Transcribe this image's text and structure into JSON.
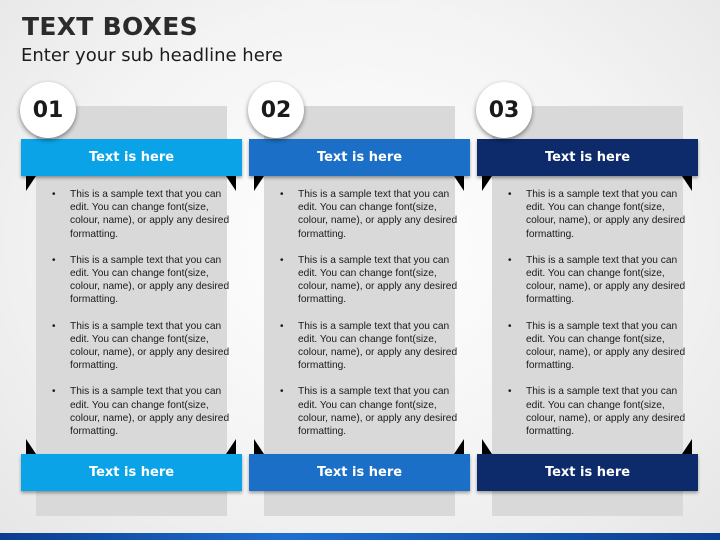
{
  "title": "TEXT BOXES",
  "subtitle": "Enter your sub headline here",
  "columns": [
    {
      "number": "01",
      "header_label": "Text is here",
      "footer_label": "Text is here",
      "color": "#0aa3e8",
      "items": [
        "This is a sample text that you can edit. You can change font(size, colour, name), or apply any desired formatting.",
        "This is a sample text that you can edit. You can change font(size, colour, name), or apply any desired formatting.",
        "This is a sample text that you can edit. You can change font(size, colour, name), or apply any desired formatting.",
        "This is a sample text that you can edit. You can change font(size, colour, name), or apply any desired formatting."
      ]
    },
    {
      "number": "02",
      "header_label": "Text is here",
      "footer_label": "Text is here",
      "color": "#1b6fc6",
      "items": [
        "This is a sample text that you can edit. You can change font(size, colour, name), or apply any desired formatting.",
        "This is a sample text that you can edit. You can change font(size, colour, name), or apply any desired formatting.",
        "This is a sample text that you can edit. You can change font(size, colour, name), or apply any desired formatting.",
        "This is a sample text that you can edit. You can change font(size, colour, name), or apply any desired formatting."
      ]
    },
    {
      "number": "03",
      "header_label": "Text is here",
      "footer_label": "Text is here",
      "color": "#0d2a6b",
      "items": [
        "This is a sample text that you can edit. You can change font(size, colour, name), or apply any desired formatting.",
        "This is a sample text that you can edit. You can change font(size, colour, name), or apply any desired formatting.",
        "This is a sample text that you can edit. You can change font(size, colour, name), or apply any desired formatting.",
        "This is a sample text that you can edit. You can change font(size, colour, name), or apply any desired formatting."
      ]
    }
  ]
}
